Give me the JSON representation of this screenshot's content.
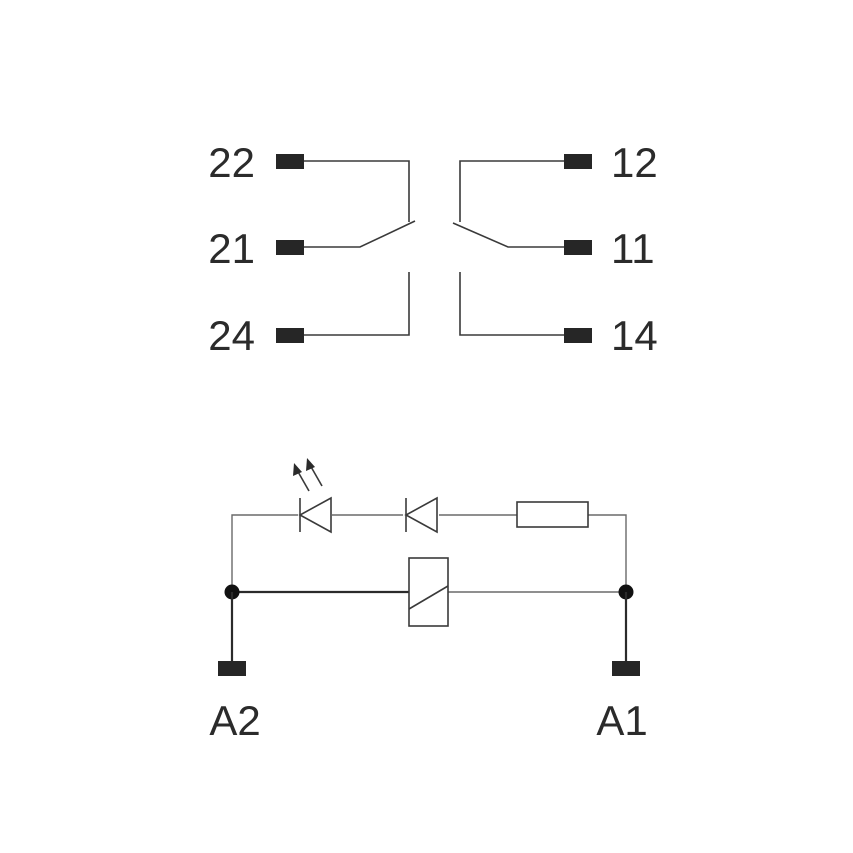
{
  "contacts": {
    "left": {
      "nc": "22",
      "common": "21",
      "no": "24"
    },
    "right": {
      "nc": "12",
      "common": "11",
      "no": "14"
    }
  },
  "coil": {
    "left_terminal": "A2",
    "right_terminal": "A1"
  },
  "colors": {
    "line": "#3a3a3a",
    "terminal": "#262626",
    "text": "#2b2b2b",
    "background": "#ffffff"
  },
  "icons": [
    "terminal-pad",
    "changeover-contact",
    "led-diode-icon",
    "diode-icon",
    "resistor-icon",
    "relay-coil-icon",
    "junction-dot",
    "light-emission-arrows-icon"
  ]
}
